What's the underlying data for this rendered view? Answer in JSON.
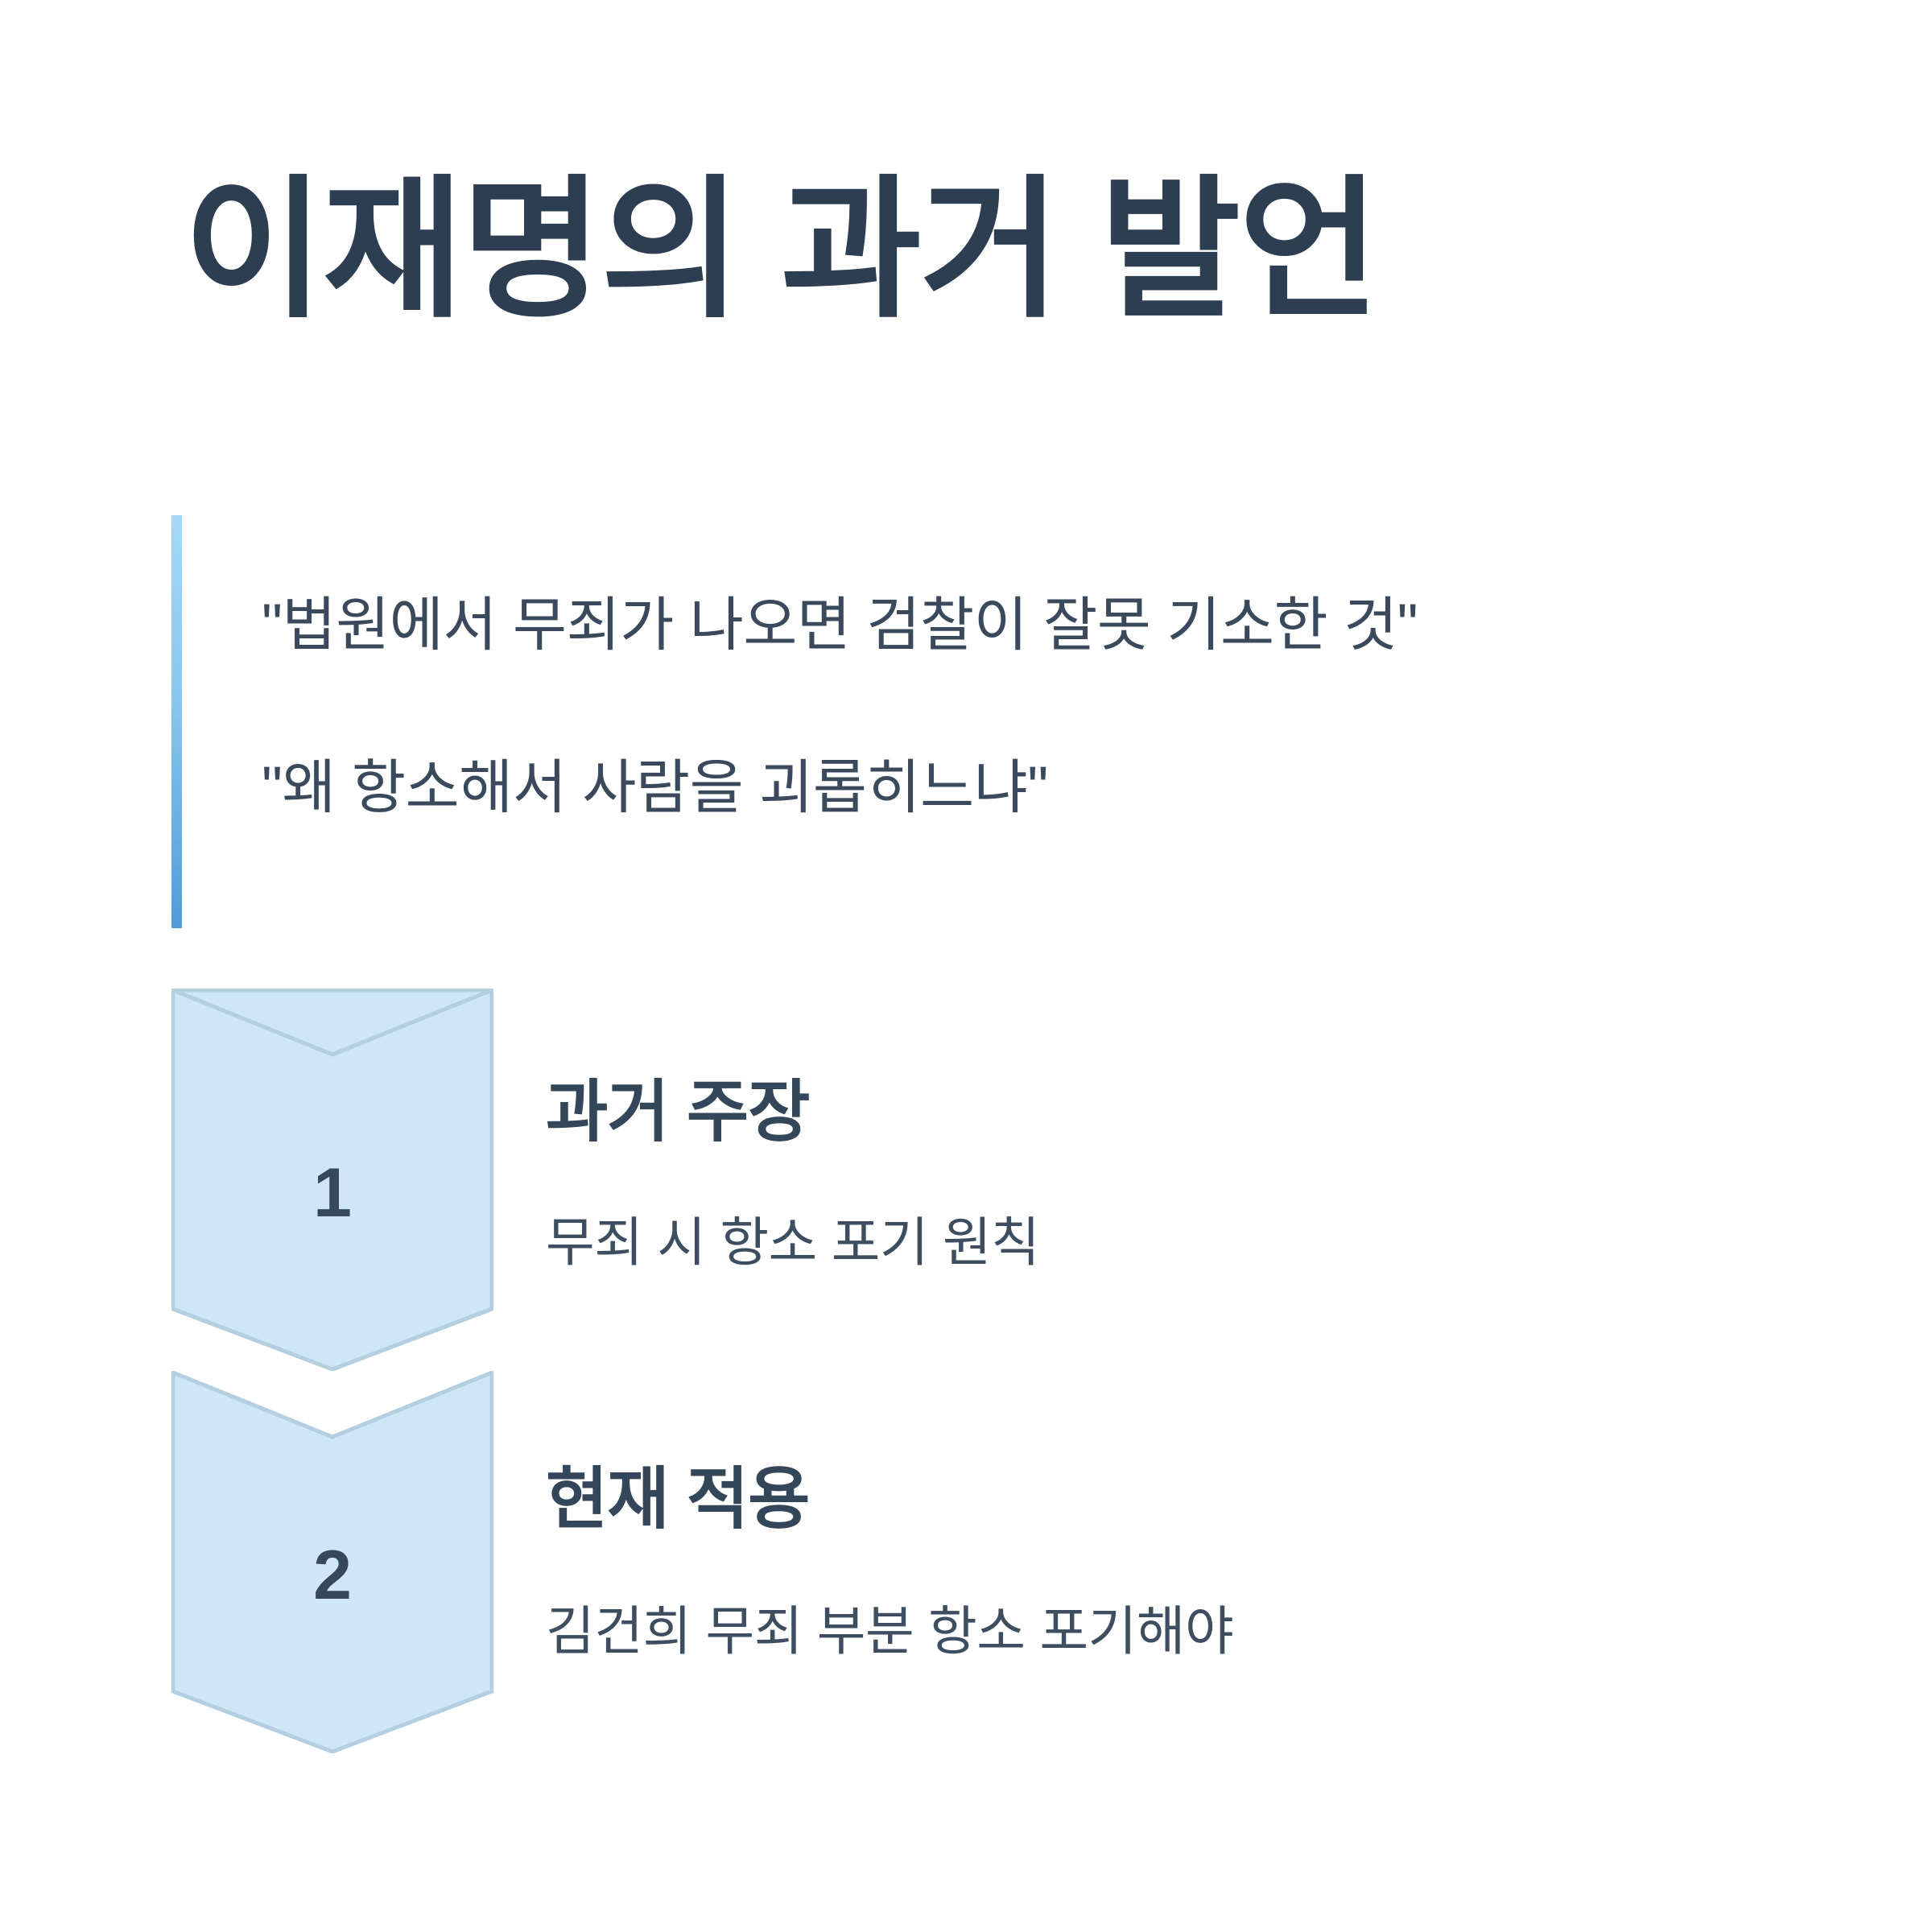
{
  "slide": {
    "title": "이재명의 과거 발언",
    "background_color": "#ffffff",
    "title_color": "#2e3e52"
  },
  "quotes": {
    "accent_bar_color_top": "#a5d8f8",
    "accent_bar_color_bottom": "#529bd8",
    "text_color": "#3a4a5c",
    "items": [
      {
        "text": "\"법원에서 무죄가 나오면 검찰이 잘못 기소한 것\""
      },
      {
        "text": "\"왜 항소해서 사람을 괴롭히느냐\""
      }
    ]
  },
  "steps": {
    "shape_fill": "#cfe6f8",
    "shape_stroke": "#b3cfe0",
    "number_color": "#37485c",
    "heading_color": "#33465a",
    "subtitle_color": "#3d4e60",
    "items": [
      {
        "number": "1",
        "heading": "과거 주장",
        "subtitle": "무죄 시 항소 포기 원칙"
      },
      {
        "number": "2",
        "heading": "현재 적용",
        "subtitle": "김건희 무죄 부분 항소 포기해야"
      }
    ]
  }
}
